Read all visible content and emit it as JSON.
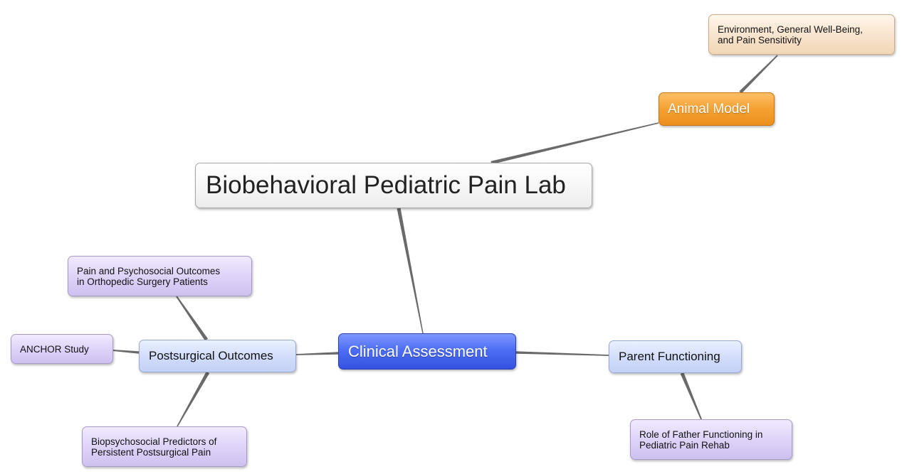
{
  "diagram": {
    "root": {
      "label": "Biobehavioral Pediatric Pain Lab"
    },
    "animal_model": {
      "label": "Animal Model"
    },
    "environment": {
      "line1": "Environment, General Well-Being,",
      "line2": "and Pain Sensitivity"
    },
    "clinical_assessment": {
      "label": "Clinical Assessment"
    },
    "postsurgical_outcomes": {
      "label": "Postsurgical Outcomes"
    },
    "pain_psychosocial": {
      "line1": "Pain and Psychosocial Outcomes",
      "line2": "in Orthopedic Surgery Patients"
    },
    "anchor_study": {
      "label": "ANCHOR Study"
    },
    "biopsychosocial": {
      "line1": "Biopsychosocial Predictors of",
      "line2": "Persistent Postsurgical Pain"
    },
    "parent_functioning": {
      "label": "Parent Functioning"
    },
    "father_functioning": {
      "line1": "Role of Father Functioning in",
      "line2": "Pediatric Pain Rehab"
    }
  },
  "colors": {
    "primary_node": "#4d6ef5",
    "animal_node": "#f4a132",
    "subtopic_node": "#d1dcfb",
    "study_node": "#ddd1f8",
    "environment_node": "#f8e3cc",
    "connector": "#6a6a6a"
  }
}
